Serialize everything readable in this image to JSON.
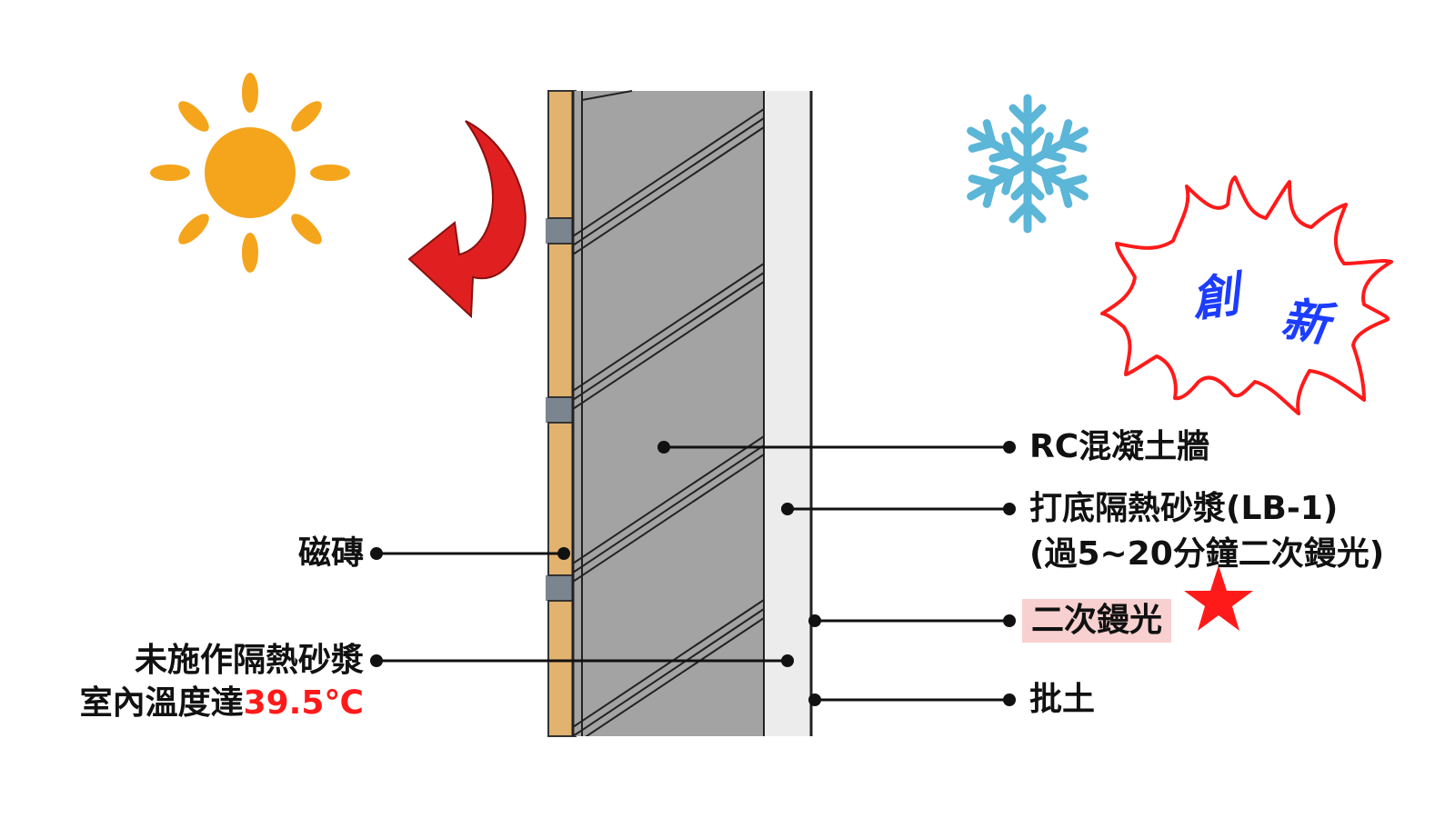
{
  "labels": {
    "tile": "磁磚",
    "rc_wall": "RC混凝土牆",
    "base_mortar": "打底隔熱砂漿(LB-1)",
    "base_mortar_note": "(過5~20分鐘二次鏝光)",
    "second_trowel": "二次鏝光",
    "putty": "批土",
    "no_mortar": "未施作隔熱砂漿",
    "indoor_temp_prefix": "室內溫度達",
    "indoor_temp_value": "39.5℃"
  },
  "badge": {
    "char1": "創",
    "char2": "新"
  },
  "icons": [
    "sun-icon",
    "curved-arrow-icon",
    "snowflake-icon",
    "burst-icon",
    "star-icon"
  ],
  "colors": {
    "sun": "#f4a51c",
    "arrow": "#e02020",
    "snowflake": "#5bb6d8",
    "burst_outline": "#ff1a1a",
    "burst_text": "#1c3cff",
    "star": "#ff1a1a",
    "highlight": "#f8d0d0",
    "temperature": "#ff1a1a",
    "tile": "#e2b26f",
    "concrete": "#a3a3a3",
    "mortar": "#ececec"
  }
}
